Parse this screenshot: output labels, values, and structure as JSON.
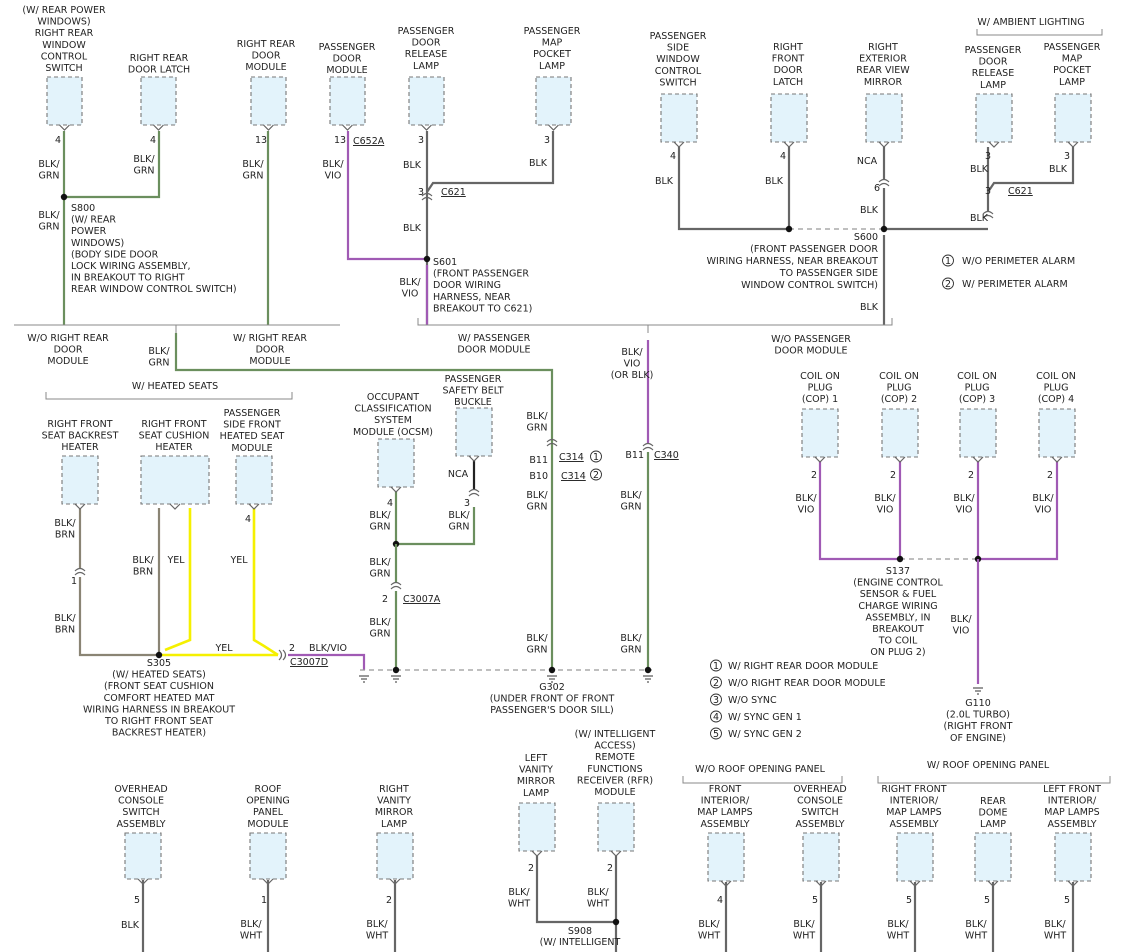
{
  "colors": {
    "blk_grn": "#6b8f5e",
    "blk_vio": "#a05ab4",
    "blk": "#666666",
    "yel": "#f5f000",
    "blk_brn": "#8a8474",
    "module_fill": "#e3f3fb"
  },
  "modules": {
    "rr_window_switch": [
      "(W/ REAR POWER",
      "WINDOWS)",
      "RIGHT REAR",
      "WINDOW",
      "CONTROL",
      "SWITCH"
    ],
    "rr_door_latch": [
      "RIGHT REAR",
      "DOOR LATCH"
    ],
    "rr_door_module": [
      "RIGHT REAR",
      "DOOR",
      "MODULE"
    ],
    "pass_door_module": [
      "PASSENGER",
      "DOOR",
      "MODULE"
    ],
    "pass_door_release_lamp": [
      "PASSENGER",
      "DOOR",
      "RELEASE",
      "LAMP"
    ],
    "pass_map_pocket_lamp": [
      "PASSENGER",
      "MAP",
      "POCKET",
      "LAMP"
    ],
    "pass_side_window_switch": [
      "PASSENGER",
      "SIDE",
      "WINDOW",
      "CONTROL",
      "SWITCH"
    ],
    "rf_door_latch": [
      "RIGHT",
      "FRONT",
      "DOOR",
      "LATCH"
    ],
    "rear_view_mirror": [
      "RIGHT",
      "EXTERIOR",
      "REAR VIEW",
      "MIRROR"
    ],
    "ambient_release_lamp": [
      "PASSENGER",
      "DOOR",
      "RELEASE",
      "LAMP"
    ],
    "ambient_map_lamp": [
      "PASSENGER",
      "MAP",
      "POCKET",
      "LAMP"
    ],
    "rf_seat_backrest_heater": [
      "RIGHT FRONT",
      "SEAT BACKREST",
      "HEATER"
    ],
    "rf_seat_cushion_heater": [
      "RIGHT FRONT",
      "SEAT CUSHION",
      "HEATER"
    ],
    "pass_seat_heat_module": [
      "PASSENGER",
      "SIDE FRONT",
      "HEATED SEAT",
      "MODULE"
    ],
    "ocsm": [
      "OCCUPANT",
      "CLASSIFICATION",
      "SYSTEM",
      "MODULE (OCSM)"
    ],
    "seat_belt_buckle": [
      "PASSENGER",
      "SAFETY BELT",
      "BUCKLE"
    ],
    "cop1": [
      "COIL ON",
      "PLUG",
      "(COP) 1"
    ],
    "cop2": [
      "COIL ON",
      "PLUG",
      "(COP) 2"
    ],
    "cop3": [
      "COIL ON",
      "PLUG",
      "(COP) 3"
    ],
    "cop4": [
      "COIL ON",
      "PLUG",
      "(COP) 4"
    ],
    "overhead_console_1": [
      "OVERHEAD",
      "CONSOLE",
      "SWITCH",
      "ASSEMBLY"
    ],
    "roof_opening_panel": [
      "ROOF",
      "OPENING",
      "PANEL",
      "MODULE"
    ],
    "right_vanity_lamp": [
      "RIGHT",
      "VANITY",
      "MIRROR",
      "LAMP"
    ],
    "left_vanity_lamp": [
      "LEFT",
      "VANITY",
      "MIRROR",
      "LAMP"
    ],
    "rfr_module": [
      "(W/ INTELLIGENT",
      "ACCESS)",
      "REMOTE",
      "FUNCTIONS",
      "RECEIVER (RFR)",
      "MODULE"
    ],
    "front_interior_map": [
      "FRONT",
      "INTERIOR/",
      "MAP LAMPS",
      "ASSEMBLY"
    ],
    "overhead_console_2": [
      "OVERHEAD",
      "CONSOLE",
      "SWITCH",
      "ASSEMBLY"
    ],
    "rf_interior_map": [
      "RIGHT FRONT",
      "INTERIOR/",
      "MAP LAMPS",
      "ASSEMBLY"
    ],
    "rear_dome_lamp": [
      "REAR",
      "DOME",
      "LAMP"
    ],
    "lf_interior_map": [
      "LEFT FRONT",
      "INTERIOR/",
      "MAP LAMPS",
      "ASSEMBLY"
    ]
  },
  "group_labels": {
    "ambient": "W/ AMBIENT LIGHTING",
    "heated_seats": "W/ HEATED SEATS",
    "wo_roof": "W/O ROOF OPENING PANEL",
    "w_roof": "W/ ROOF OPENING PANEL",
    "wo_rr_door_module": [
      "W/O RIGHT REAR",
      "DOOR",
      "MODULE"
    ],
    "w_rr_door_module": [
      "W/ RIGHT REAR",
      "DOOR",
      "MODULE"
    ],
    "w_pass_door_module": [
      "W/ PASSENGER",
      "DOOR MODULE"
    ],
    "wo_pass_door_module": [
      "W/O PASSENGER",
      "DOOR MODULE"
    ]
  },
  "splices": {
    "s800": [
      "S800",
      "(W/ REAR",
      "POWER",
      "WINDOWS)",
      "(BODY SIDE DOOR",
      "LOCK WIRING ASSEMBLY,",
      "IN BREAKOUT TO RIGHT",
      "REAR WINDOW CONTROL SWITCH)"
    ],
    "s601": [
      "S601",
      "(FRONT PASSENGER",
      "DOOR WIRING",
      "HARNESS, NEAR",
      "BREAKOUT TO C621)"
    ],
    "s600": [
      "S600",
      "(FRONT PASSENGER DOOR",
      "WIRING HARNESS, NEAR BREAKOUT",
      "TO PASSENGER SIDE",
      "WINDOW CONTROL SWITCH)"
    ],
    "s305": [
      "S305",
      "(W/ HEATED SEATS)",
      "(FRONT SEAT CUSHION",
      "COMFORT HEATED MAT",
      "WIRING HARNESS IN BREAKOUT",
      "TO RIGHT FRONT SEAT",
      "BACKREST HEATER)"
    ],
    "s137": [
      "S137",
      "(ENGINE CONTROL",
      "SENSOR & FUEL",
      "CHARGE WIRING",
      "ASSEMBLY, IN",
      "BREAKOUT",
      "TO COIL",
      "ON PLUG 2)"
    ],
    "g302": [
      "G302",
      "(UNDER FRONT OF FRONT",
      "PASSENGER'S DOOR SILL)"
    ],
    "g110": [
      "G110",
      "(2.0L TURBO)",
      "(RIGHT FRONT",
      "OF ENGINE)"
    ],
    "s908": [
      "S908",
      "(W/ INTELLIGENT"
    ]
  },
  "connectors": {
    "c652a": "C652A",
    "c621": "C621",
    "c621b": "C621",
    "c314": "C314",
    "c314b": "C314",
    "c340": "C340",
    "c3007a": "C3007A",
    "c3007d": "C3007D"
  },
  "legend_top": [
    "W/O PERIMETER ALARM",
    "W/ PERIMETER ALARM"
  ],
  "legend_bottom": [
    "W/ RIGHT REAR DOOR MODULE",
    "W/O RIGHT REAR DOOR MODULE",
    "W/O SYNC",
    "W/ SYNC GEN 1",
    "W/ SYNC GEN 2"
  ],
  "circled_numbers": [
    "1",
    "2",
    "3",
    "4",
    "5"
  ],
  "wire_labels": {
    "blk_grn": [
      "BLK/",
      "GRN"
    ],
    "blk_vio": [
      "BLK/",
      "VIO"
    ],
    "blk_brn": [
      "BLK/",
      "BRN"
    ],
    "blk_wht": [
      "BLK/",
      "WHT"
    ],
    "blk_vio_or": [
      "BLK/",
      "VIO",
      "(OR BLK)"
    ],
    "blk": "BLK",
    "yel": "YEL",
    "nca": "NCA",
    "blk_vio_inline": "BLK/VIO"
  },
  "pins": {
    "p1": "1",
    "p2": "2",
    "p3": "3",
    "p4": "4",
    "p5": "5",
    "p6": "6",
    "p13": "13",
    "b10": "B10",
    "b11": "B11"
  }
}
